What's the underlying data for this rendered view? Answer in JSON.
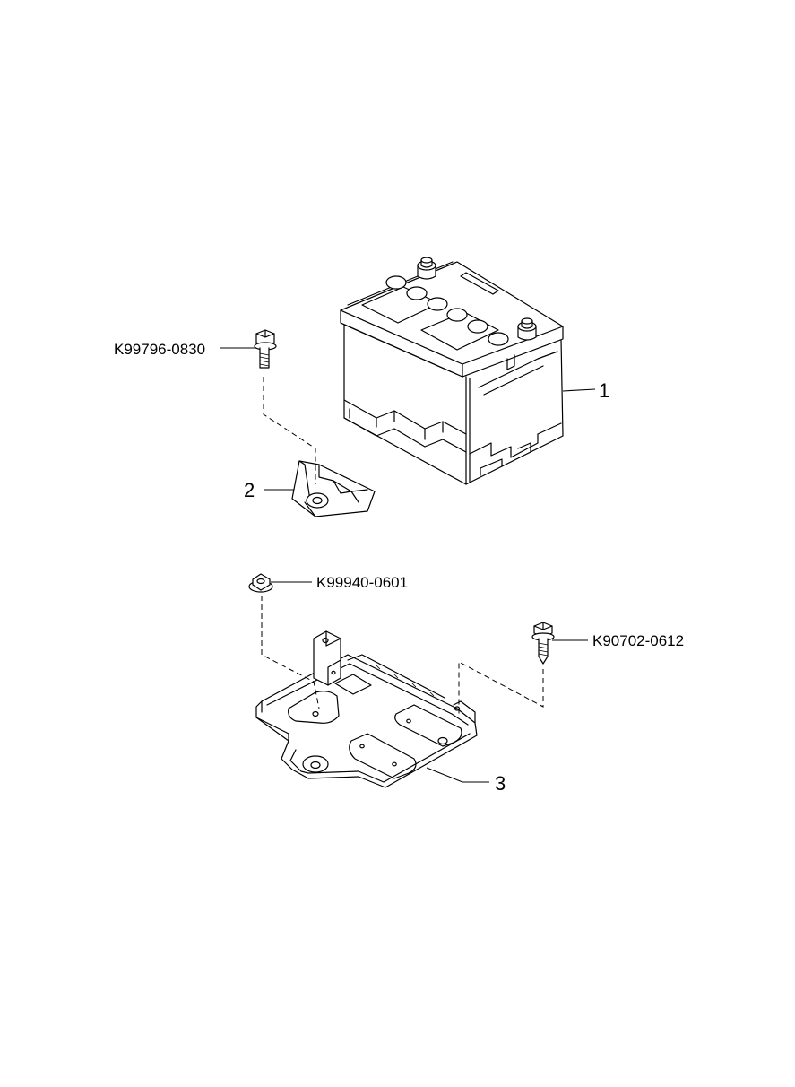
{
  "callouts": {
    "battery": "1",
    "clamp": "2",
    "tray": "3"
  },
  "part_numbers": {
    "clamp_bolt": "K99796-0830",
    "tray_nut": "K99940-0601",
    "tray_bolt": "K90702-0612"
  }
}
